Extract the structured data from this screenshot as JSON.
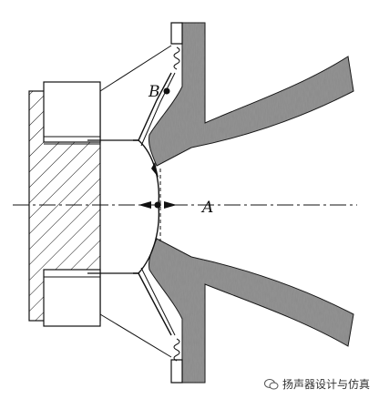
{
  "labels": {
    "point_a": "A",
    "point_b": "B"
  },
  "watermark": {
    "text": "扬声器设计与仿真",
    "icon": "wechat-icon"
  },
  "colors": {
    "horn": "#8a8a8a",
    "lines": "#111111",
    "hatch": "#111111",
    "background": "#ffffff"
  }
}
